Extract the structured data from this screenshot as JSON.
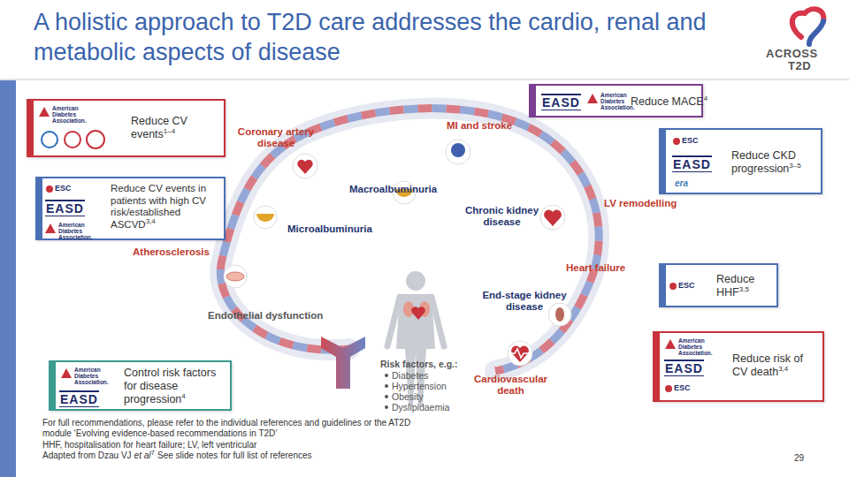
{
  "diagram": {
    "title": "A holistic approach to T2D care addresses the cardio, renal and metabolic aspects of disease",
    "nodes": [
      {
        "text": [
          "American Diabetes Association.",
          "Reduce CV events",
          "1–4"
        ]
      },
      {
        "text": [
          "EASD",
          "American Diabetes Association.",
          "Reduce MACE",
          "4"
        ]
      },
      {
        "text": [
          "ESC",
          "EASD",
          "era",
          "Reduce CKD progression",
          "3–5"
        ]
      },
      {
        "text": [
          "ESC",
          "EASD",
          "American Diabetes Association.",
          "Reduce CV events in patients with high CV risk/established ASCVD",
          "3,4"
        ]
      },
      {
        "text": [
          "ESC",
          "Reduce HHF",
          "3,5"
        ]
      },
      {
        "text": [
          "American Diabetes Association.",
          "EASD",
          "ESC",
          "Reduce risk of CV death",
          "3,4"
        ]
      },
      {
        "text": [
          "American Diabetes Association.",
          "EASD",
          "Control risk factors for disease progression",
          "4"
        ]
      }
    ],
    "labels": [
      "Coronary artery disease",
      "MI and stroke",
      "Macroalbuminuria",
      "Chronic kidney disease",
      "LV remodelling",
      "Microalbuminuria",
      "Atherosclerosis",
      "Heart failure",
      "End-stage kidney disease",
      "Endothelial dysfunction",
      "Risk factors, e.g.:",
      "Diabetes",
      "Hypertension",
      "Obesity",
      "Dyslipidaemia",
      "Cardiovascular death",
      "For full recommendations, please refer to the individual references and guidelines or the AT2D module ‘Evolving evidence-based recommendations in T2D’",
      "HHF, hospitalisation for heart failure; LV, left ventricular",
      "Adapted from Dzau VJ",
      "et al",
      "7",
      "See slide notes for full list of references",
      "29",
      "ACROSS",
      "T2D"
    ]
  }
}
